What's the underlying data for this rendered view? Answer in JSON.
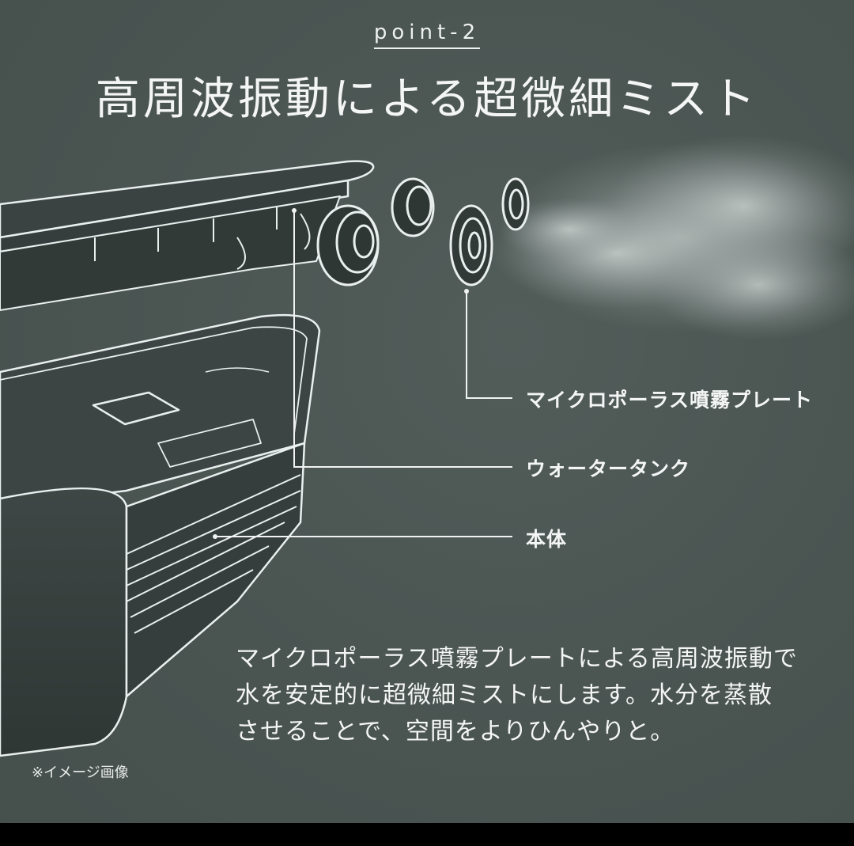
{
  "header": {
    "point_label": "point-2",
    "headline": "高周波振動による超微細ミスト"
  },
  "callouts": {
    "plate": "マイクロポーラス噴霧プレート",
    "tank": "ウォータータンク",
    "body": "本体"
  },
  "description": {
    "lines": [
      "マイクロポーラス噴霧プレートによる高周波振動で",
      "水を安定的に超微細ミストにします。水分を蒸散",
      "させることで、空間をよりひんやりと。"
    ]
  },
  "note": "※イメージ画像",
  "colors": {
    "background": "#4b5552",
    "text": "#f4f6f5",
    "line": "#f0f3f2"
  },
  "icons": {
    "illustration": "humidifier-exploded-view-icon"
  }
}
